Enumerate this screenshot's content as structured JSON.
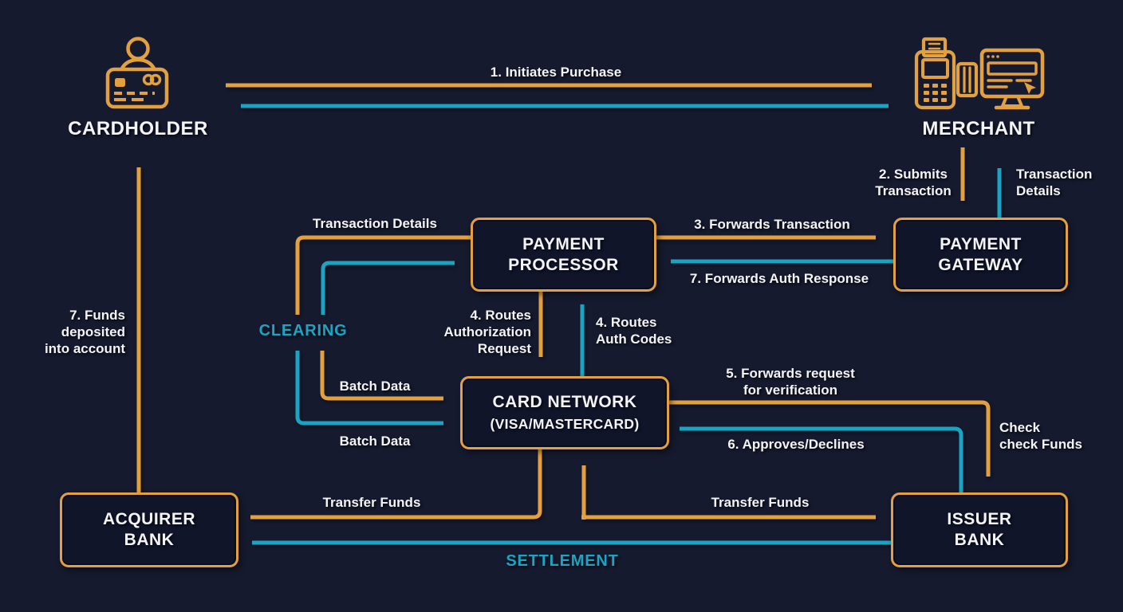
{
  "title": "Payment card transaction flow diagram",
  "colors": {
    "background": "#161a2e",
    "box_fill": "#10152a",
    "orange_accent": "#e3a03f",
    "teal_accent": "#18a4c2",
    "text": "#f4f4f6"
  },
  "entities": {
    "cardholder": "CARDHOLDER",
    "merchant": "MERCHANT",
    "payment_processor": "PAYMENT\nPROCESSOR",
    "payment_gateway": "PAYMENT\nGATEWAY",
    "card_network_title": "CARD NETWORK",
    "card_network_subtitle": "(VISA/MASTERCARD)",
    "acquirer_bank": "ACQUIRER\nBANK",
    "issuer_bank": "ISSUER\nBANK"
  },
  "labels": {
    "initiates_purchase": "1. Initiates Purchase",
    "submits_transaction": "2. Submits\nTransaction",
    "transaction_details_merchant": "Transaction\nDetails",
    "forwards_transaction": "3. Forwards Transaction",
    "forwards_auth_response": "7. Forwards Auth Response",
    "transaction_details_processor": "Transaction Details",
    "clearing": "CLEARING",
    "batch_data_top": "Batch Data",
    "batch_data_bottom": "Batch Data",
    "routes_authorization_request": "4. Routes\nAuthorization\nRequest",
    "routes_auth_codes": "4. Routes\nAuth Codes",
    "forwards_request_verification": "5. Forwards request\nfor verification",
    "approves_declines": "6. Approves/Declines",
    "check_funds": "Check\ncheck Funds",
    "funds_deposited": "7. Funds\ndeposited\ninto account",
    "transfer_funds_left": "Transfer Funds",
    "transfer_funds_right": "Transfer Funds",
    "settlement": "SETTLEMENT"
  }
}
